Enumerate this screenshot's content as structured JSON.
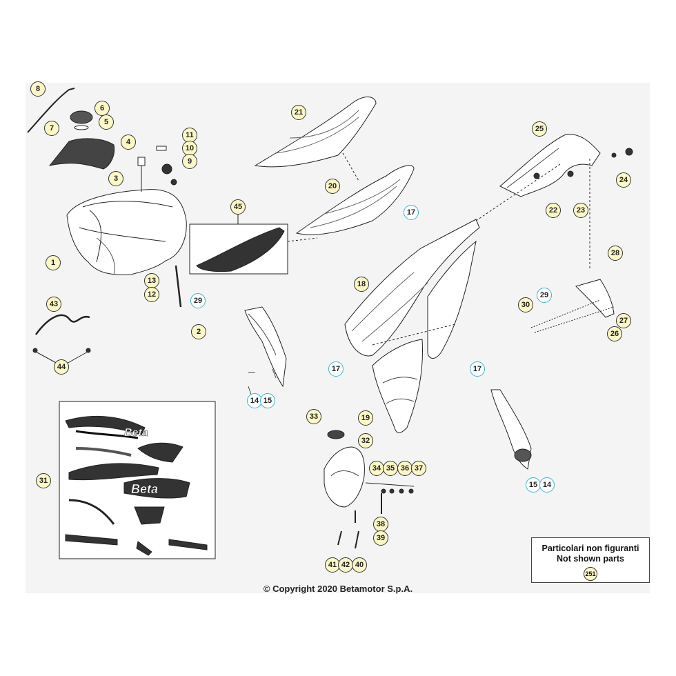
{
  "callouts": [
    {
      "label": "8"
    },
    {
      "label": "6"
    },
    {
      "label": "7"
    },
    {
      "label": "5"
    },
    {
      "label": "4"
    },
    {
      "label": "11"
    },
    {
      "label": "10"
    },
    {
      "label": "9"
    },
    {
      "label": "3"
    },
    {
      "label": "1"
    },
    {
      "label": "13"
    },
    {
      "label": "12"
    },
    {
      "label": "29"
    },
    {
      "label": "2"
    },
    {
      "label": "43"
    },
    {
      "label": "44"
    },
    {
      "label": "21"
    },
    {
      "label": "20"
    },
    {
      "label": "45"
    },
    {
      "label": "17"
    },
    {
      "label": "18"
    },
    {
      "label": "17"
    },
    {
      "label": "17"
    },
    {
      "label": "14"
    },
    {
      "label": "15"
    },
    {
      "label": "19"
    },
    {
      "label": "25"
    },
    {
      "label": "24"
    },
    {
      "label": "22"
    },
    {
      "label": "23"
    },
    {
      "label": "28"
    },
    {
      "label": "29"
    },
    {
      "label": "30"
    },
    {
      "label": "27"
    },
    {
      "label": "26"
    },
    {
      "label": "31"
    },
    {
      "label": "33"
    },
    {
      "label": "32"
    },
    {
      "label": "34"
    },
    {
      "label": "35"
    },
    {
      "label": "36"
    },
    {
      "label": "37"
    },
    {
      "label": "38"
    },
    {
      "label": "39"
    },
    {
      "label": "41"
    },
    {
      "label": "42"
    },
    {
      "label": "40"
    },
    {
      "label": "15"
    },
    {
      "label": "14"
    }
  ],
  "notes": {
    "line1": "Particolari non figuranti",
    "line2": "Not shown parts",
    "ref": "251"
  },
  "copyright": "© Copyright 2020 Betamotor S.p.A.",
  "decal_brand": "Beta",
  "colors": {
    "callout_fill": "#fbf7c6",
    "highlight_ring": "#38b6c9",
    "line": "#333333"
  }
}
